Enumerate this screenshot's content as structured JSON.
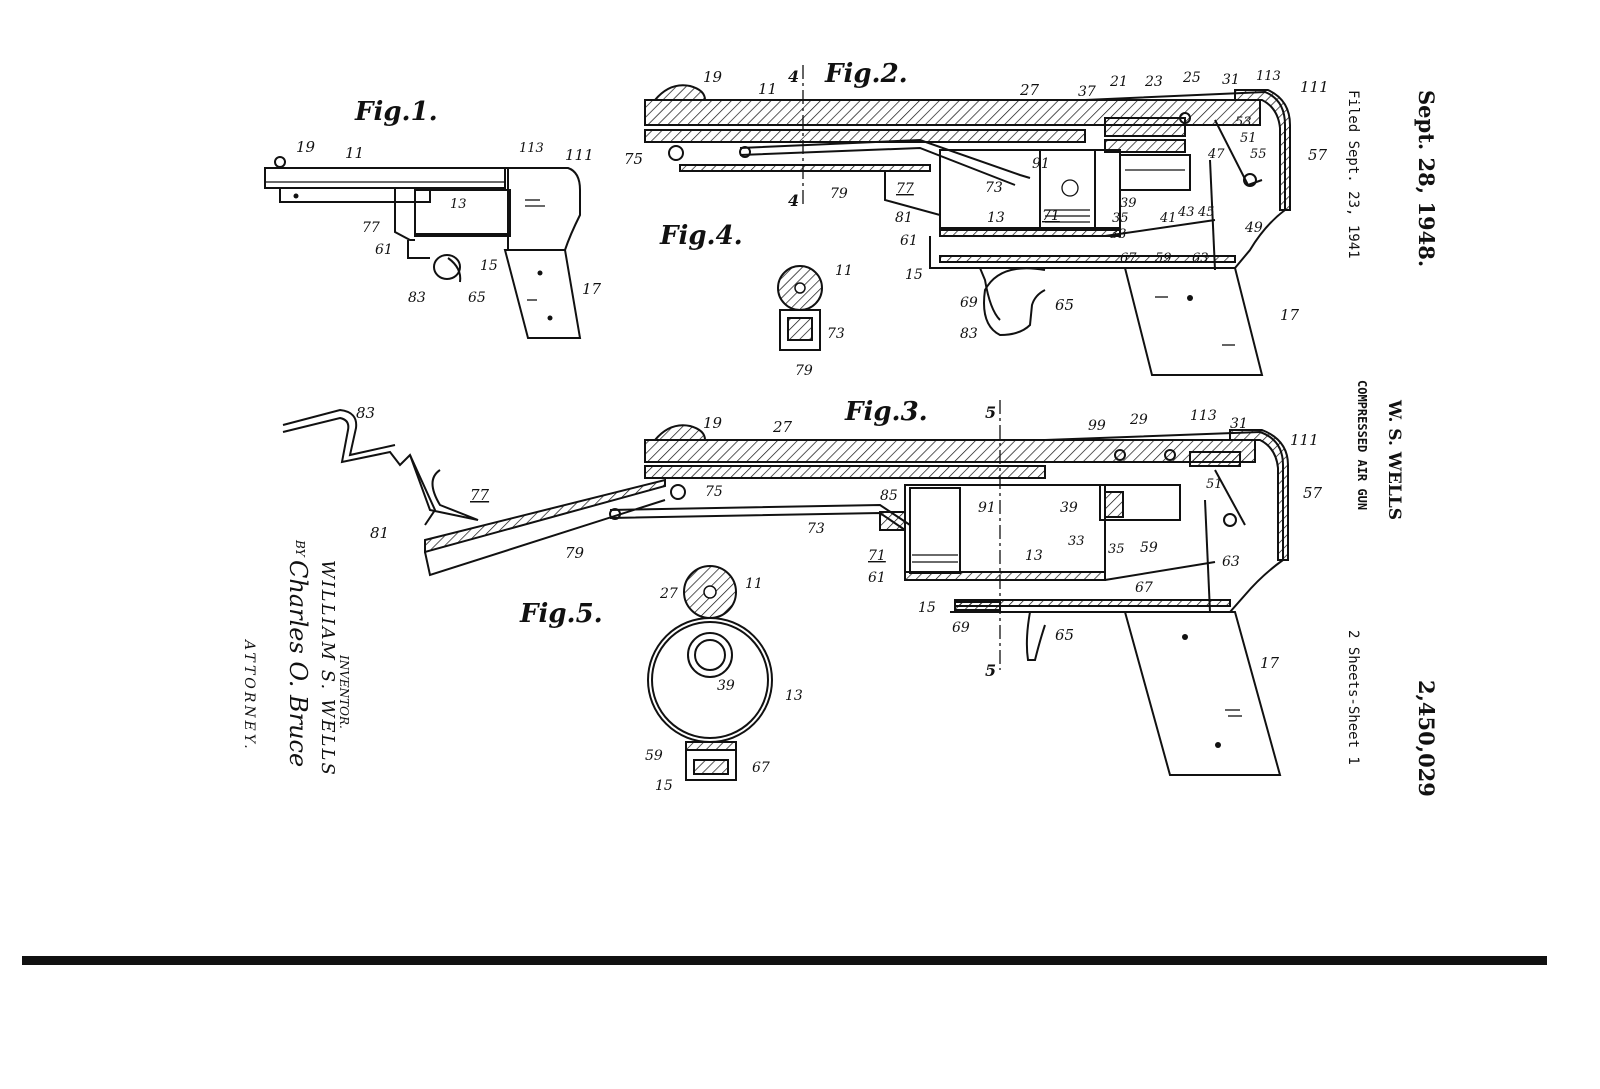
{
  "header": {
    "date": "Sept. 28, 1948.",
    "inventor_name": "W. S. WELLS",
    "patent_number": "2,450,029",
    "filed": "Filed Sept. 23, 1941",
    "title": "COMPRESSED AIR GUN",
    "sheets": "2 Sheets-Sheet 1"
  },
  "figures": {
    "fig1": "Fig.1.",
    "fig2": "Fig.2.",
    "fig3": "Fig.3.",
    "fig4": "Fig.4.",
    "fig5": "Fig.5."
  },
  "section_marks": {
    "four": "4",
    "five": "5"
  },
  "reference_numerals": {
    "fig1": [
      "19",
      "11",
      "113",
      "111",
      "77",
      "13",
      "61",
      "15",
      "83",
      "65",
      "17"
    ],
    "fig2": [
      "19",
      "11",
      "27",
      "37",
      "21",
      "23",
      "25",
      "31",
      "113",
      "111",
      "53",
      "51",
      "55",
      "57",
      "75",
      "79",
      "77",
      "73",
      "91",
      "71",
      "39",
      "35",
      "41",
      "43",
      "45",
      "47",
      "33",
      "49",
      "81",
      "61",
      "13",
      "59",
      "63",
      "67",
      "15",
      "69",
      "83",
      "65",
      "17"
    ],
    "fig3": [
      "83",
      "77",
      "81",
      "79",
      "19",
      "27",
      "75",
      "73",
      "85",
      "91",
      "71",
      "61",
      "99",
      "29",
      "113",
      "31",
      "111",
      "51",
      "57",
      "39",
      "33",
      "35",
      "59",
      "63",
      "13",
      "67",
      "15",
      "69",
      "65",
      "17"
    ],
    "fig4": [
      "11",
      "73",
      "79"
    ],
    "fig5": [
      "27",
      "11",
      "39",
      "13",
      "59",
      "67",
      "15"
    ]
  },
  "signature": {
    "inventor_label": "INVENTOR.",
    "inventor_full_name": "WILLIAM S. WELLS",
    "by": "BY",
    "attorney_signature": "Charles O. Bruce",
    "attorney_label": "ATTORNEY."
  }
}
